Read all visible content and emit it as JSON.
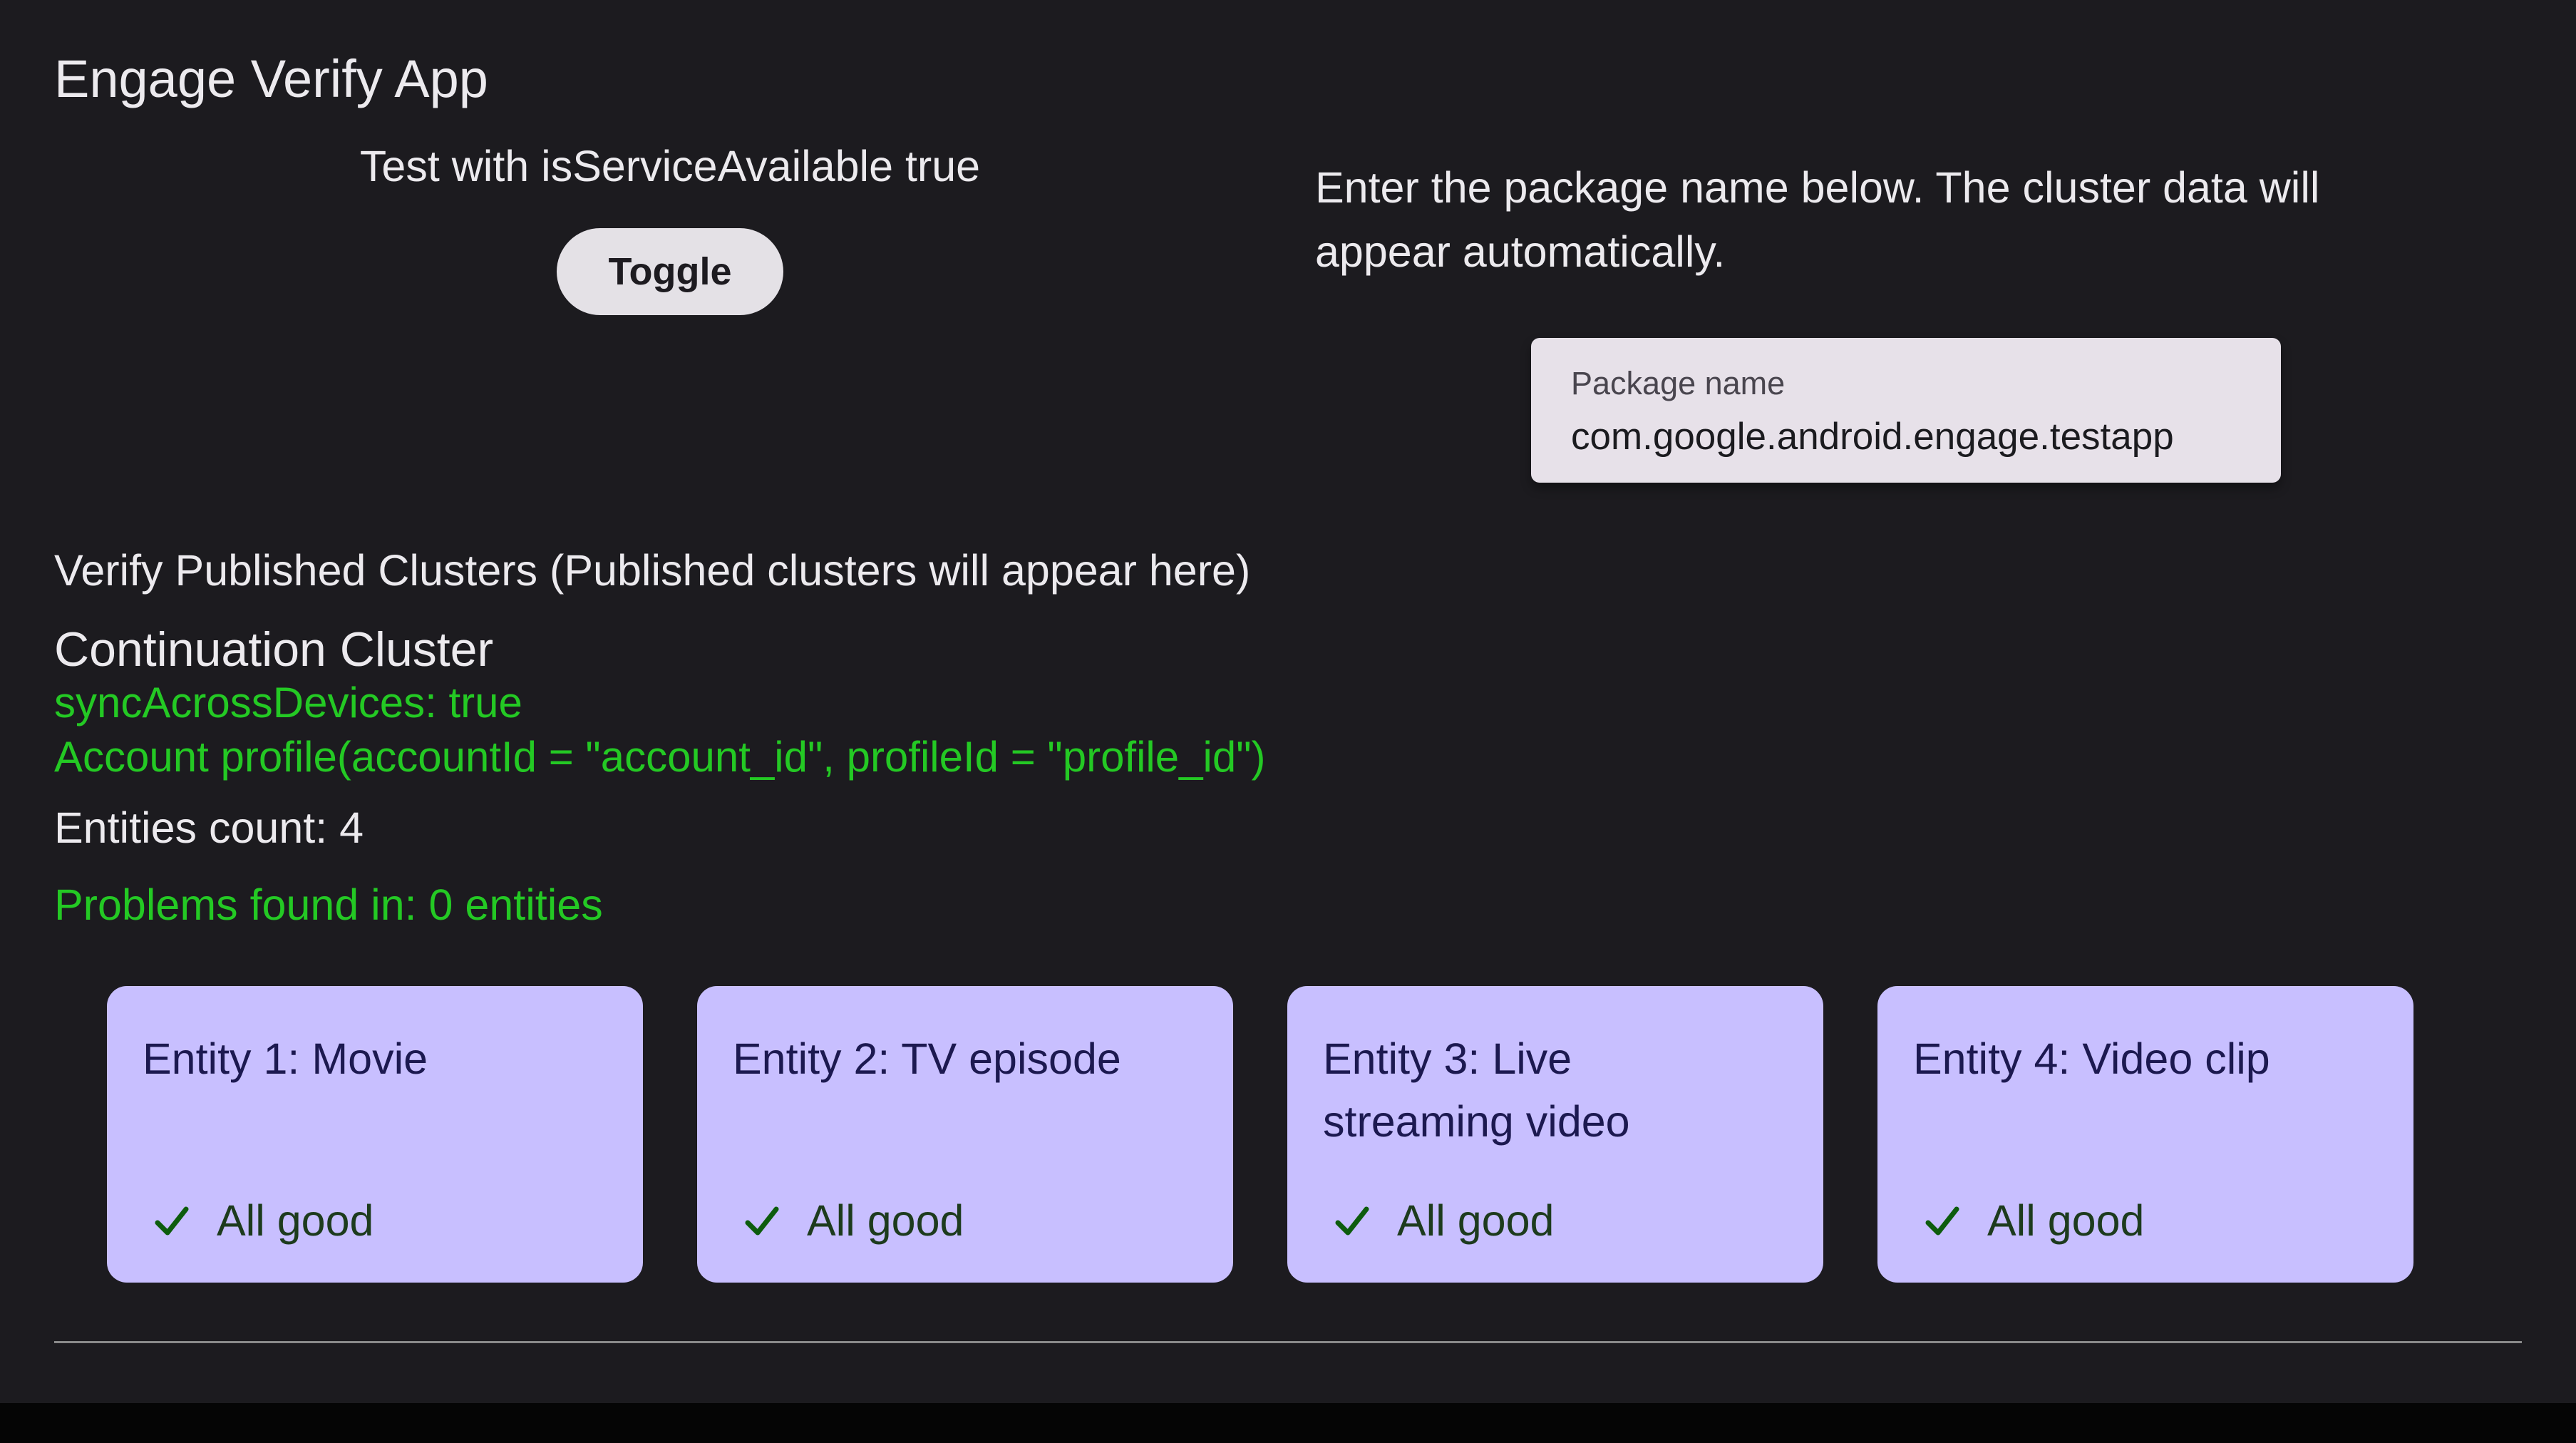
{
  "app": {
    "title": "Engage Verify App"
  },
  "service_check": {
    "label": "Test with isServiceAvailable true",
    "toggle_button_label": "Toggle"
  },
  "package_input": {
    "instructions": "Enter the package name below. The cluster data will appear automatically.",
    "label": "Package name",
    "value": "com.google.android.engage.testapp"
  },
  "published_clusters": {
    "section_heading": "Verify Published Clusters (Published clusters will appear here)",
    "cluster_name": "Continuation Cluster",
    "sync_across_devices": "syncAcrossDevices: true",
    "account_profile": "Account profile(accountId = \"account_id\", profileId = \"profile_id\")",
    "entities_count": "Entities count: 4",
    "problems_summary": "Problems found in: 0 entities",
    "entities": [
      {
        "title": "Entity 1: Movie",
        "status": "All good"
      },
      {
        "title": "Entity 2: TV episode",
        "status": "All good"
      },
      {
        "title": "Entity 3: Live streaming video",
        "status": "All good"
      },
      {
        "title": "Entity 4: Video clip",
        "status": "All good"
      }
    ]
  },
  "colors": {
    "background": "#1c1b1f",
    "surface_bottom": "#050505",
    "text": "#eceaee",
    "green": "#24c924",
    "card_bg": "#c8bfff",
    "card_title": "#1c1950",
    "success_dark": "#0d5c0d",
    "success_text": "#1d3b1d",
    "button_bg": "#e4e1e6",
    "button_text": "#1d1b20",
    "field_bg": "#e7e1e9",
    "field_label": "#49454e",
    "field_value": "#1b1b1f",
    "divider": "#8a8a8a"
  }
}
